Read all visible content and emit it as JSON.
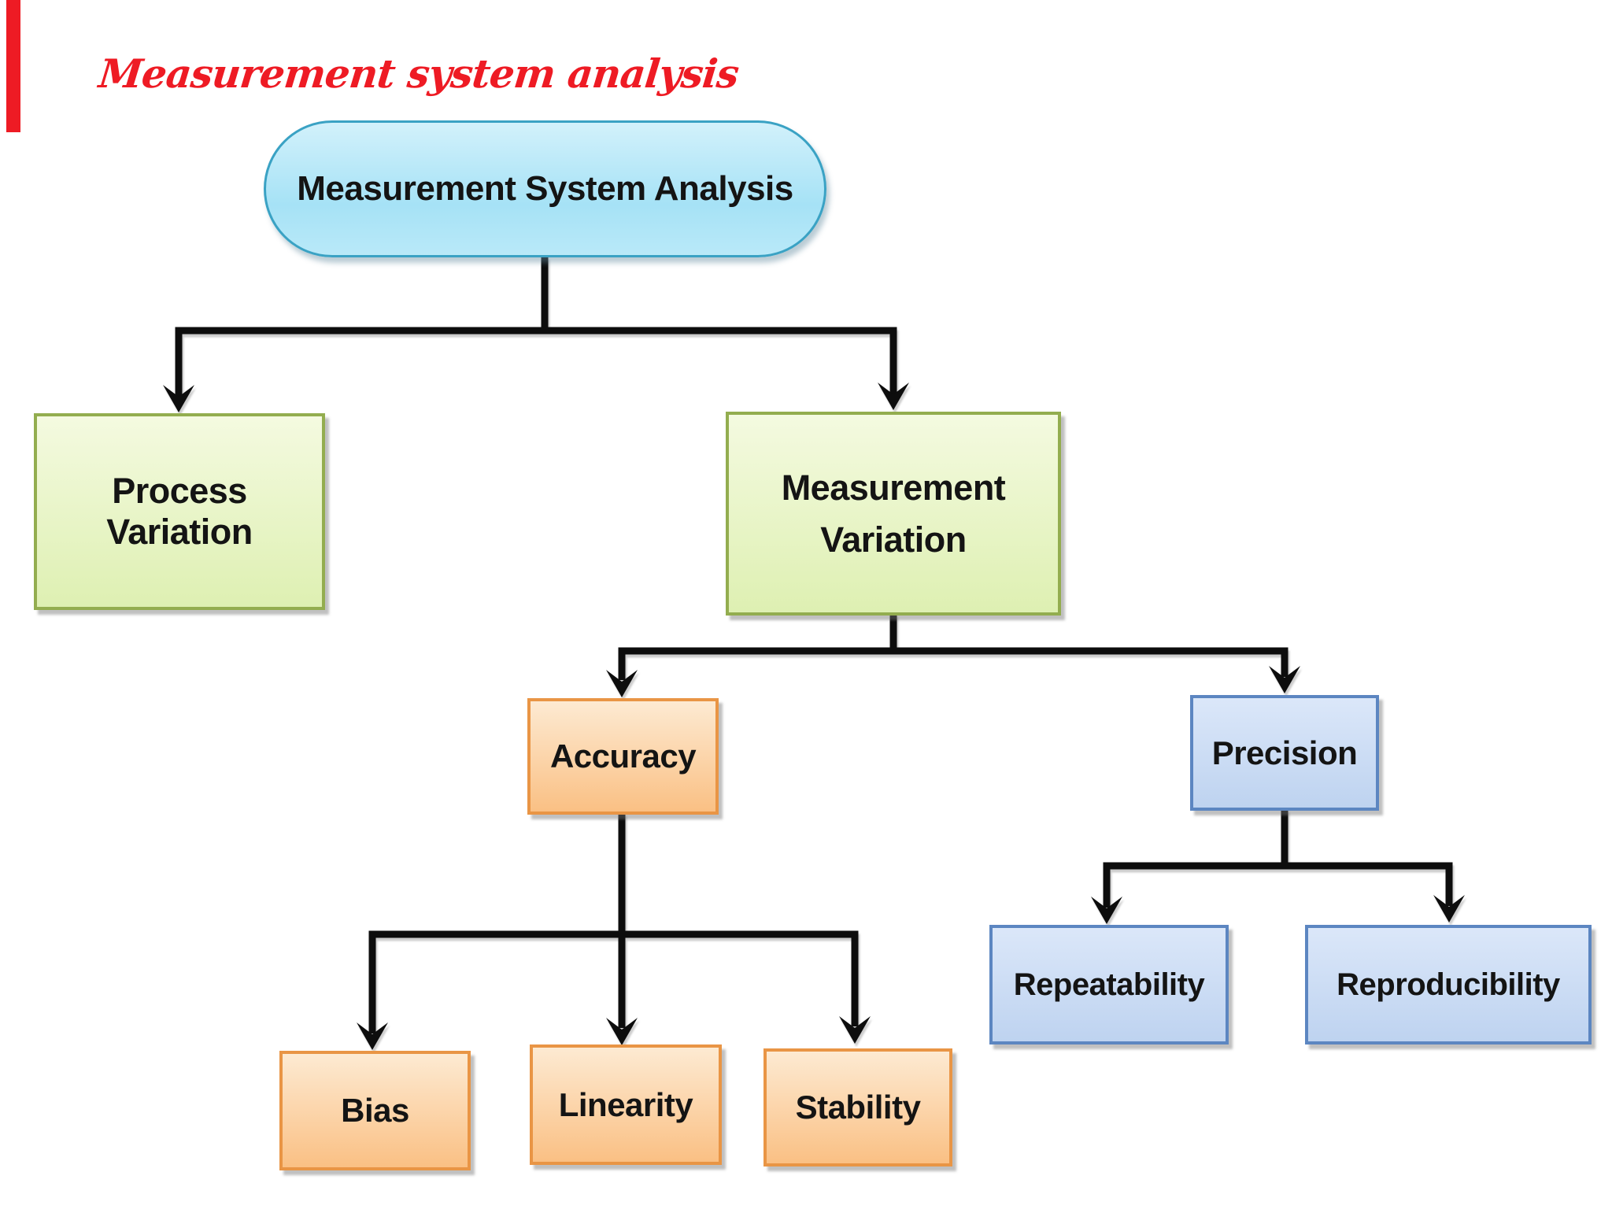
{
  "title": {
    "text": "Measurement system analysis"
  },
  "decor": {
    "accent_bar": "red-vertical-bar-top-left"
  },
  "theme": {
    "background": "#ffffff",
    "text_color": "#141414",
    "connector_color": "#0d0d0d",
    "title_color": "#ee1b24",
    "accent_bar_color": "#ee1b24",
    "root_fill_top": "#d2f1fb",
    "root_fill_bottom": "#a6e2f6",
    "root_border": "#3aa2c4",
    "green_fill_top": "#f4fae0",
    "green_fill_bottom": "#def0b2",
    "green_border": "#93ad4f",
    "orange_fill_top": "#fdead2",
    "orange_fill_bottom": "#fac084",
    "orange_border": "#e99545",
    "blue_fill_top": "#dbe7f9",
    "blue_fill_bottom": "#bed3f0",
    "blue_border": "#5c86c1"
  },
  "nodes": {
    "root": {
      "label": "Measurement System Analysis",
      "shape": "rounded-ellipse",
      "color_group": "cyan"
    },
    "process_variation": {
      "label": "Process Variation",
      "color_group": "green"
    },
    "measurement_variation": {
      "label": "Measurement Variation",
      "color_group": "green"
    },
    "accuracy": {
      "label": "Accuracy",
      "color_group": "orange"
    },
    "precision": {
      "label": "Precision",
      "color_group": "blue"
    },
    "bias": {
      "label": "Bias",
      "color_group": "orange"
    },
    "linearity": {
      "label": "Linearity",
      "color_group": "orange"
    },
    "stability": {
      "label": "Stability",
      "color_group": "orange"
    },
    "repeatability": {
      "label": "Repeatability",
      "color_group": "blue"
    },
    "reproducibility": {
      "label": "Reproducibility",
      "color_group": "blue"
    }
  },
  "hierarchy": [
    {
      "parent": "Measurement System Analysis",
      "children": [
        "Process Variation",
        "Measurement Variation"
      ]
    },
    {
      "parent": "Measurement Variation",
      "children": [
        "Accuracy",
        "Precision"
      ]
    },
    {
      "parent": "Accuracy",
      "children": [
        "Bias",
        "Linearity",
        "Stability"
      ]
    },
    {
      "parent": "Precision",
      "children": [
        "Repeatability",
        "Reproducibility"
      ]
    }
  ]
}
